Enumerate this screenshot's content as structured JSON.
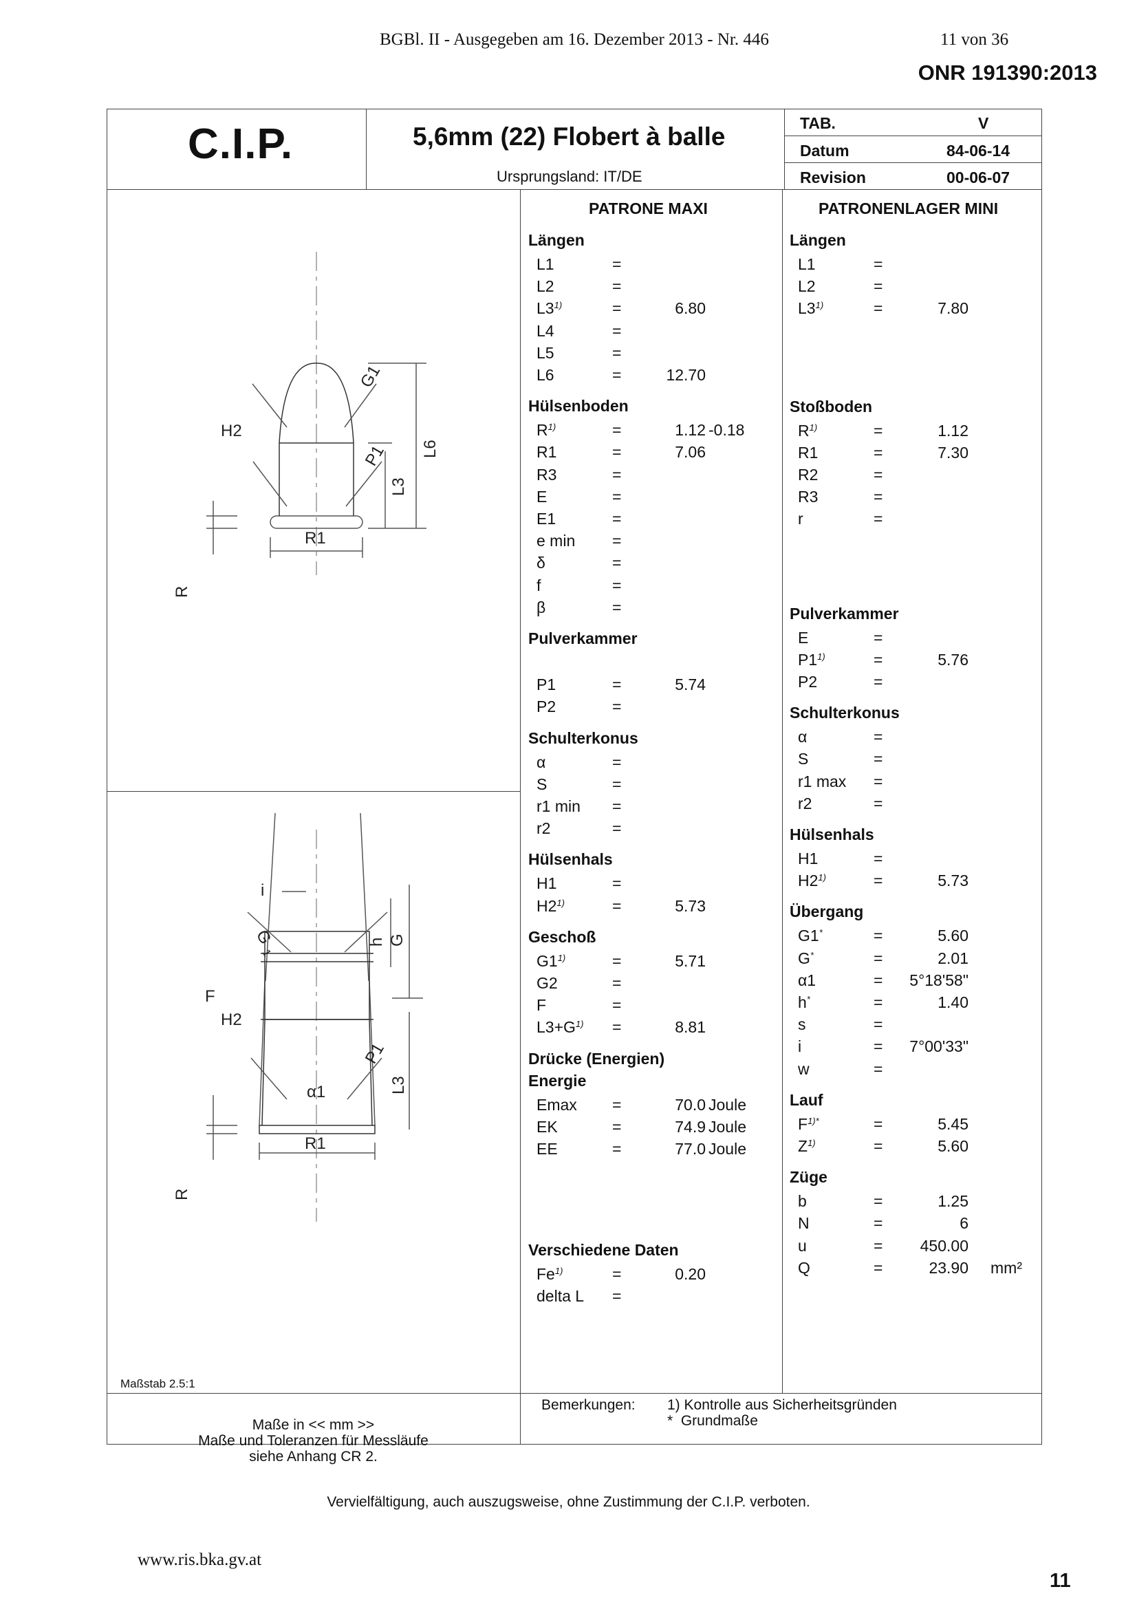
{
  "header": {
    "gazette": "BGBl. II - Ausgegeben am 16. Dezember 2013 - Nr. 446",
    "page_of": "11 von 36",
    "standard": "ONR 191390:2013"
  },
  "title_block": {
    "org": "C.I.P.",
    "title": "5,6mm (22) Flobert à balle",
    "origin": "Ursprungsland: IT/DE",
    "tab_label": "TAB.",
    "tab_value": "V",
    "datum_label": "Datum",
    "datum_value": "84-06-14",
    "revision_label": "Revision",
    "revision_value": "00-06-07"
  },
  "columns": {
    "left": "PATRONE MAXI",
    "right": "PATRONENLAGER MINI"
  },
  "drawing": {
    "labels_top": [
      "G1",
      "H2",
      "P1",
      "L6",
      "L3",
      "R1",
      "R"
    ],
    "labels_bottom": [
      "i",
      "G",
      "1",
      "h",
      "G",
      "F",
      "H2",
      "P1",
      "L3",
      "α1",
      "R1",
      "R"
    ],
    "scale": "Maßstab 2.5:1"
  },
  "left_sections": [
    {
      "title": "Längen",
      "rows": [
        {
          "k": "L1",
          "s": "",
          "v": "",
          "t": ""
        },
        {
          "k": "L2",
          "s": "",
          "v": "",
          "t": ""
        },
        {
          "k": "L3",
          "s": "1)",
          "v": "6.80",
          "t": ""
        },
        {
          "k": "L4",
          "s": "",
          "v": "",
          "t": ""
        },
        {
          "k": "L5",
          "s": "",
          "v": "",
          "t": ""
        },
        {
          "k": "L6",
          "s": "",
          "v": "12.70",
          "t": ""
        }
      ]
    },
    {
      "title": "Hülsenboden",
      "rows": [
        {
          "k": "R",
          "s": "1)",
          "v": "1.12",
          "t": "-0.18"
        },
        {
          "k": "R1",
          "s": "",
          "v": "7.06",
          "t": ""
        },
        {
          "k": "R3",
          "s": "",
          "v": "",
          "t": ""
        },
        {
          "k": "E",
          "s": "",
          "v": "",
          "t": ""
        },
        {
          "k": "E1",
          "s": "",
          "v": "",
          "t": ""
        },
        {
          "k": "e min",
          "s": "",
          "v": "",
          "t": ""
        },
        {
          "k": "δ",
          "s": "",
          "v": "",
          "t": ""
        },
        {
          "k": "f",
          "s": "",
          "v": "",
          "t": ""
        },
        {
          "k": "β",
          "s": "",
          "v": "",
          "t": ""
        }
      ]
    },
    {
      "title": "Pulverkammer",
      "rows": [
        {
          "k": "",
          "s": "",
          "v": "",
          "t": "",
          "blank": true
        },
        {
          "k": "P1",
          "s": "",
          "v": "5.74",
          "t": ""
        },
        {
          "k": "P2",
          "s": "",
          "v": "",
          "t": ""
        }
      ]
    },
    {
      "title": "Schulterkonus",
      "rows": [
        {
          "k": "α",
          "s": "",
          "v": "",
          "t": ""
        },
        {
          "k": "S",
          "s": "",
          "v": "",
          "t": ""
        },
        {
          "k": "r1 min",
          "s": "",
          "v": "",
          "t": ""
        },
        {
          "k": "r2",
          "s": "",
          "v": "",
          "t": ""
        }
      ]
    },
    {
      "title": "Hülsenhals",
      "rows": [
        {
          "k": "H1",
          "s": "",
          "v": "",
          "t": ""
        },
        {
          "k": "H2",
          "s": "1)",
          "v": "5.73",
          "t": ""
        }
      ]
    },
    {
      "title": "Geschoß",
      "rows": [
        {
          "k": "G1",
          "s": "1)",
          "v": "5.71",
          "t": ""
        },
        {
          "k": "G2",
          "s": "",
          "v": "",
          "t": ""
        },
        {
          "k": "F",
          "s": "",
          "v": "",
          "t": ""
        },
        {
          "k": "L3+G",
          "s": "1)",
          "v": "8.81",
          "t": ""
        }
      ]
    },
    {
      "title": "Drücke (Energien)",
      "rows": []
    },
    {
      "title": "Energie",
      "rows": [
        {
          "k": "Emax",
          "s": "",
          "v": "70.0",
          "t": "Joule"
        },
        {
          "k": "EK",
          "s": "",
          "v": "74.9",
          "t": "Joule"
        },
        {
          "k": "EE",
          "s": "",
          "v": "77.0",
          "t": "Joule"
        }
      ]
    },
    {
      "title": "Verschiedene Daten",
      "rows": [
        {
          "k": "Fe",
          "s": "1)",
          "v": "0.20",
          "t": ""
        },
        {
          "k": "delta L",
          "s": "",
          "v": "",
          "t": ""
        }
      ]
    }
  ],
  "right_sections": [
    {
      "title": "Längen",
      "rows": [
        {
          "k": "L1",
          "s": "",
          "v": "",
          "t": ""
        },
        {
          "k": "L2",
          "s": "",
          "v": "",
          "t": ""
        },
        {
          "k": "L3",
          "s": "1)",
          "v": "7.80",
          "t": ""
        }
      ]
    },
    {
      "title": "Stoßboden",
      "rows": [
        {
          "k": "R",
          "s": "1)",
          "v": "1.12",
          "t": ""
        },
        {
          "k": "R1",
          "s": "",
          "v": "7.30",
          "t": ""
        },
        {
          "k": "R2",
          "s": "",
          "v": "",
          "t": ""
        },
        {
          "k": "R3",
          "s": "",
          "v": "",
          "t": ""
        },
        {
          "k": "r",
          "s": "",
          "v": "",
          "t": ""
        }
      ]
    },
    {
      "title": "Pulverkammer",
      "rows": [
        {
          "k": "E",
          "s": "",
          "v": "",
          "t": ""
        },
        {
          "k": "P1",
          "s": "1)",
          "v": "5.76",
          "t": ""
        },
        {
          "k": "P2",
          "s": "",
          "v": "",
          "t": ""
        }
      ]
    },
    {
      "title": "Schulterkonus",
      "rows": [
        {
          "k": "α",
          "s": "",
          "v": "",
          "t": ""
        },
        {
          "k": "S",
          "s": "",
          "v": "",
          "t": ""
        },
        {
          "k": "r1 max",
          "s": "",
          "v": "",
          "t": ""
        },
        {
          "k": "r2",
          "s": "",
          "v": "",
          "t": ""
        }
      ]
    },
    {
      "title": "Hülsenhals",
      "rows": [
        {
          "k": "H1",
          "s": "",
          "v": "",
          "t": ""
        },
        {
          "k": "H2",
          "s": "1)",
          "v": "5.73",
          "t": ""
        }
      ]
    },
    {
      "title": "Übergang",
      "rows": [
        {
          "k": "G1",
          "s": "*",
          "v": "5.60",
          "t": ""
        },
        {
          "k": "G",
          "s": "*",
          "v": "2.01",
          "t": ""
        },
        {
          "k": "α1",
          "s": "",
          "v": "5°18'58\"",
          "t": ""
        },
        {
          "k": "h",
          "s": "*",
          "v": "1.40",
          "t": ""
        },
        {
          "k": "s",
          "s": "",
          "v": "",
          "t": ""
        },
        {
          "k": "i",
          "s": "",
          "v": "7°00'33\"",
          "t": ""
        },
        {
          "k": "w",
          "s": "",
          "v": "",
          "t": ""
        }
      ]
    },
    {
      "title": "Lauf",
      "rows": [
        {
          "k": "F",
          "s": "1)*",
          "v": "5.45",
          "t": ""
        },
        {
          "k": "Z",
          "s": "1)",
          "v": "5.60",
          "t": ""
        }
      ]
    },
    {
      "title": "Züge",
      "rows": [
        {
          "k": "b",
          "s": "",
          "v": "1.25",
          "t": ""
        },
        {
          "k": "N",
          "s": "",
          "v": "6",
          "t": ""
        },
        {
          "k": "u",
          "s": "",
          "v": "450.00",
          "t": ""
        },
        {
          "k": "Q",
          "s": "",
          "v": "23.90",
          "t": "mm²"
        }
      ]
    }
  ],
  "eq": "=",
  "notes": {
    "units": "Maße in << mm >>",
    "tolerances": "Maße und Toleranzen für Messläufe",
    "appendix": "siehe Anhang CR 2.",
    "remarks_label": "Bemerkungen:",
    "remark1": "1) Kontrolle aus Sicherheitsgründen",
    "remark2": "*  Grundmaße"
  },
  "footer": {
    "copyright": "Vervielfältigung, auch auszugsweise, ohne Zustimmung der C.I.P. verboten.",
    "url": "www.ris.bka.gv.at",
    "page": "11"
  }
}
